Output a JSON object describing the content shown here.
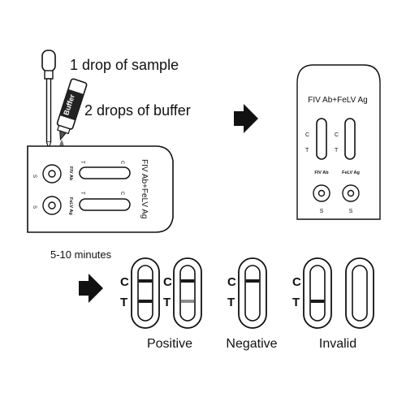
{
  "instructions": {
    "sample_step": "1 drop of sample",
    "buffer_step": "2 drops of buffer",
    "buffer_bottle_label": "Buffer",
    "wait_time": "5-10 minutes"
  },
  "device": {
    "title": "FIV Ab+FeLV Ag",
    "row1_label": "FIV Ab",
    "row2_label": "FeLV Ag",
    "c_label": "C",
    "t_label": "T",
    "well_label": "S"
  },
  "device_front": {
    "title": "FIV Ab+FeLV Ag",
    "col1_label": "FIV Ab",
    "col2_label": "FeLV Ag",
    "c_label": "C",
    "t_label": "T",
    "well_label": "S"
  },
  "results": {
    "c_label": "C",
    "t_label": "T",
    "positive": "Positive",
    "negative": "Negative",
    "invalid": "Invalid"
  },
  "colors": {
    "line": "#1a1a1a",
    "faint_line": "#8c8c8c",
    "arrow": "#111111"
  }
}
